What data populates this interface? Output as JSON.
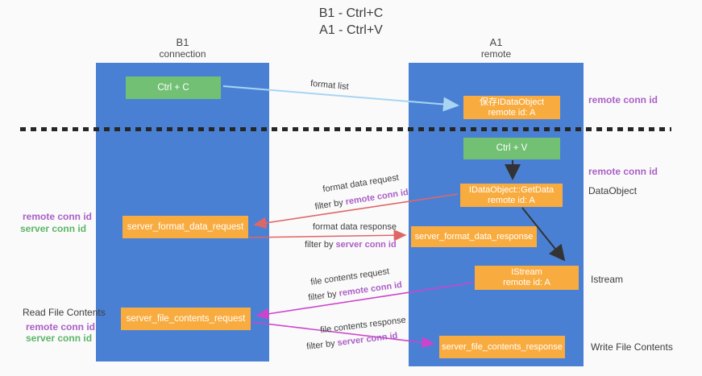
{
  "title": {
    "line1": "B1 - Ctrl+C",
    "line2": "A1 - Ctrl+V"
  },
  "columns": {
    "left": {
      "name": "B1",
      "role": "connection"
    },
    "right": {
      "name": "A1",
      "role": "remote"
    }
  },
  "nodes": {
    "ctrl_c": {
      "label": "Ctrl + C"
    },
    "ctrl_v": {
      "label": "Ctrl + V"
    },
    "save_idataobject": {
      "line1": "保存IDataObject",
      "line2": "remote id: A"
    },
    "getdata": {
      "line1": "IDataObject::GetData",
      "line2": "remote id: A"
    },
    "istream": {
      "line1": "IStream",
      "line2": "remote id: A"
    },
    "server_format_data_request": {
      "label": "server_format_data_request"
    },
    "server_format_data_response": {
      "label": "server_format_data_response"
    },
    "server_file_contents_request": {
      "label": "server_file_contents_request"
    },
    "server_file_contents_response": {
      "label": "server_file_contents_response"
    }
  },
  "edge_labels": {
    "format_list": "format list",
    "format_data_request": "format data request",
    "format_data_response": "format data response",
    "file_contents_request": "file contents request",
    "file_contents_response": "file contents response",
    "filter_by": "filter by ",
    "remote_conn_id": "remote conn id",
    "server_conn_id": "server conn id"
  },
  "side_labels": {
    "remote_conn_id": "remote conn id",
    "server_conn_id": "server conn id",
    "dataobject": "DataObject",
    "istream": "Istream",
    "read_file_contents": "Read File Contents",
    "write_file_contents": "Write File Contents"
  },
  "colors": {
    "lifeline_blue": "#4a80d4",
    "box_orange": "#f8ac40",
    "box_green": "#72c074",
    "arrow_light_blue": "#a8d5f2",
    "arrow_red": "#e06666",
    "arrow_magenta": "#cc44cc",
    "arrow_black": "#333333",
    "text_purple": "#ab5fc7",
    "text_green": "#5cb567"
  }
}
